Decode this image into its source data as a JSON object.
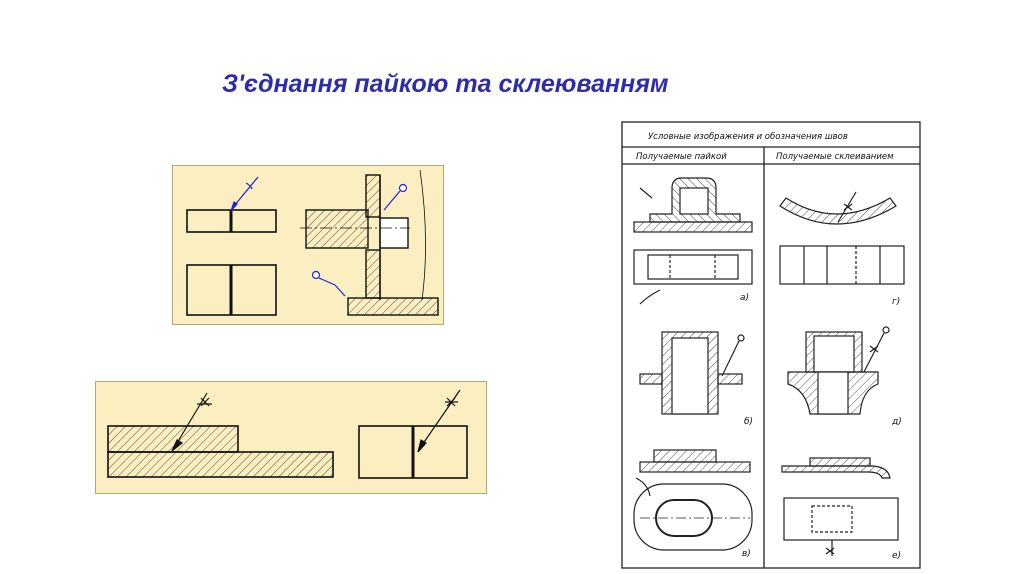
{
  "slide": {
    "title": "З'єднання пайкою та склеюванням"
  },
  "table": {
    "header": "Условные   изображения и обозначения  швов",
    "col_left": "Получаемые  пайкой",
    "col_right": "Получаемые склеиванием",
    "labels": [
      "а)",
      "б)",
      "в)",
      "г)",
      "д)",
      "е)"
    ]
  },
  "colors": {
    "title": "#2d2dab",
    "panel": "#fbeec0",
    "marker": "#2323c8"
  },
  "icons": [
    "solder-mark-icon",
    "glue-mark-icon"
  ]
}
